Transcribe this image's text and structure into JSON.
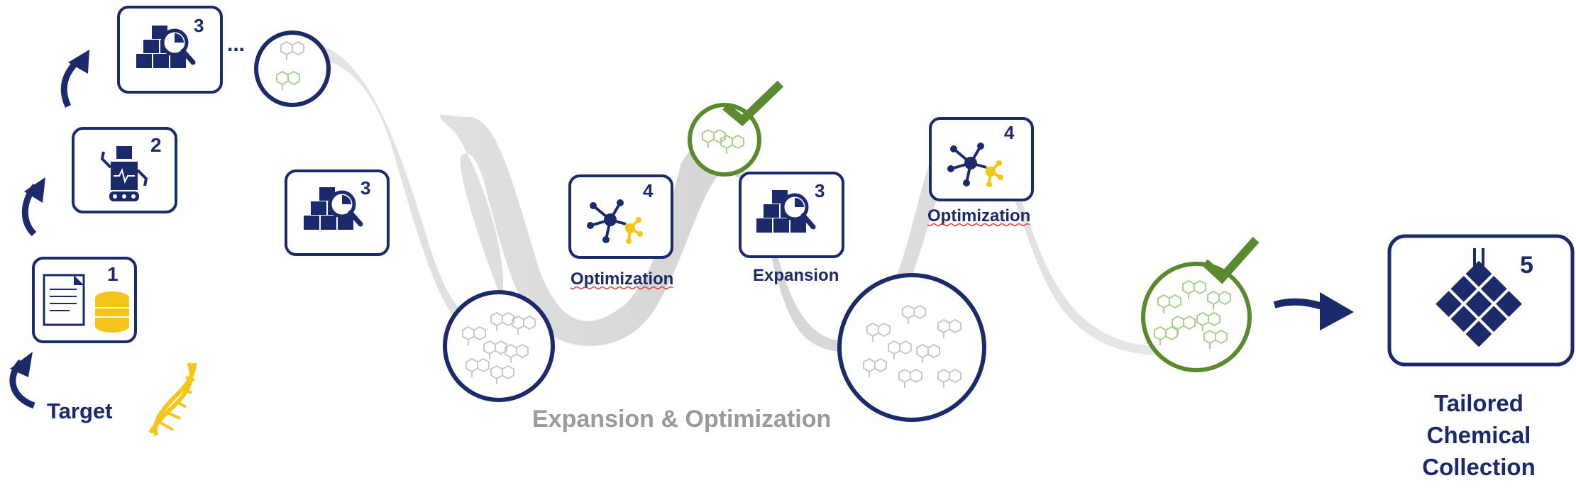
{
  "labels": {
    "target": "Target",
    "optimization_1": "Optimization",
    "expansion": "Expansion",
    "optimization_2": "Optimization",
    "expansion_optimization": "Expansion & Optimization",
    "tailored_line1": "Tailored",
    "tailored_line2": "Chemical",
    "tailored_line3": "Collection",
    "ellipsis": "..."
  },
  "step_numbers": {
    "step1": "1",
    "step2": "2",
    "step3_top": "3",
    "step3_left": "3",
    "step4_mid": "4",
    "step3_mid": "3",
    "step4_right": "4",
    "step5": "5"
  },
  "colors": {
    "navy": "#1b2a6b",
    "green": "#5a8a2e",
    "yellow": "#f5c518",
    "ribbon": "#d4d4d4",
    "molecule_gray": "#c8c8c8",
    "molecule_green": "#a9d08e",
    "label_gray": "#9a9a9a",
    "underline_red": "#e03030"
  },
  "icons": {
    "step1": "document-database-icon",
    "step2": "robot-icon",
    "step3": "boxes-search-icon",
    "step4": "molecule-network-icon",
    "step5": "grid-collection-icon",
    "target": "dna-icon"
  }
}
